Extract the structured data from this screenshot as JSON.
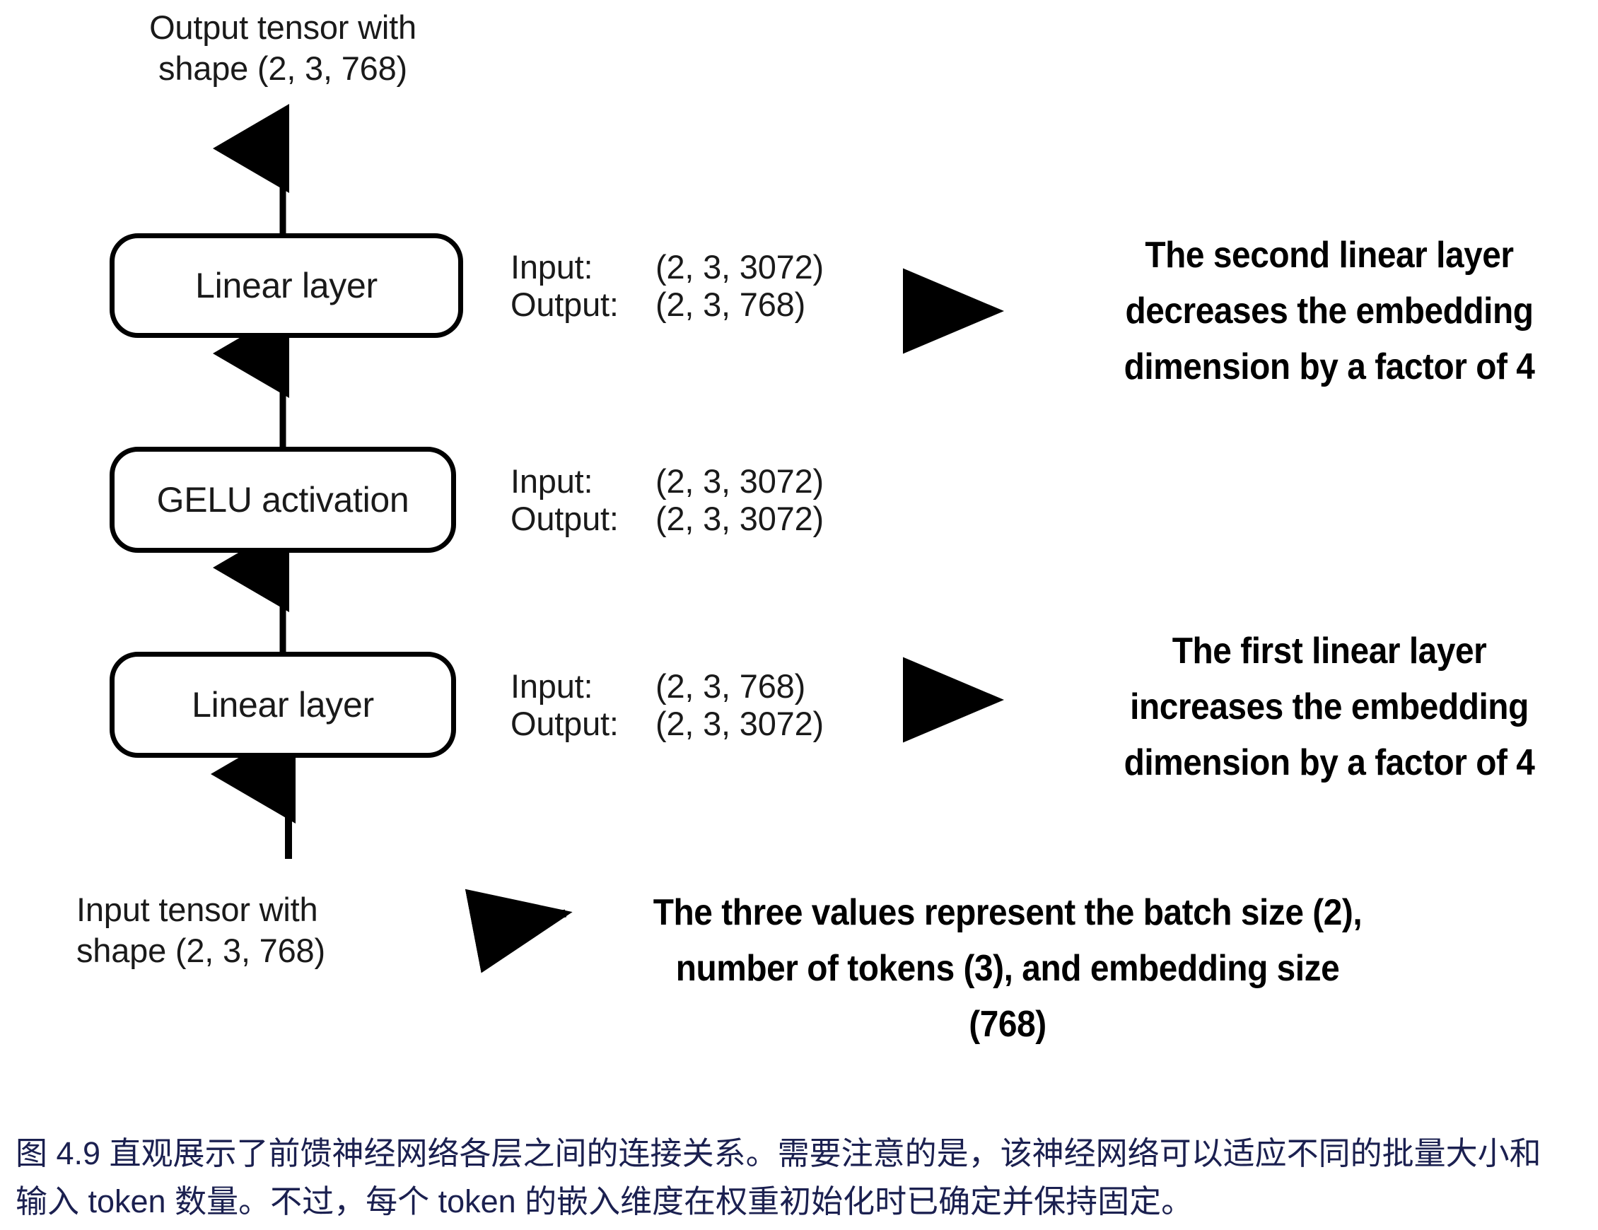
{
  "figure": {
    "top_label": "Output tensor with\nshape (2, 3, 768)",
    "bottom_label": "Input tensor with\nshape (2, 3, 768)",
    "blocks": [
      {
        "name": "linear-layer-2",
        "label": "Linear layer",
        "input_key": "Input:",
        "input_value": "(2, 3, 3072)",
        "output_key": "Output:",
        "output_value": "(2, 3, 768)"
      },
      {
        "name": "gelu-activation",
        "label": "GELU activation",
        "input_key": "Input:",
        "input_value": "(2, 3, 3072)",
        "output_key": "Output:",
        "output_value": "(2, 3, 3072)"
      },
      {
        "name": "linear-layer-1",
        "label": "Linear layer",
        "input_key": "Input:",
        "input_value": "(2, 3, 768)",
        "output_key": "Output:",
        "output_value": "(2, 3, 3072)"
      }
    ],
    "annotations": [
      {
        "name": "second-linear-layer-note",
        "text": "The second linear layer\ndecreases the embedding\ndimension by a factor of 4"
      },
      {
        "name": "first-linear-layer-note",
        "text": "The first linear layer\nincreases the embedding\ndimension by a factor of 4"
      },
      {
        "name": "three-values-note",
        "text": "The three values represent the batch size (2),\nnumber of tokens (3), and embedding size\n(768)"
      }
    ],
    "caption": "图 4.9 直观展示了前馈神经网络各层之间的连接关系。需要注意的是，该神经网络可以适应不同的批量大小和\n输入 token 数量。不过，每个 token 的嵌入维度在权重初始化时已确定并保持固定。",
    "colors": {
      "stroke": "#000000",
      "text": "#1a1a1a",
      "caption": "#1b2050",
      "background": "#ffffff"
    }
  },
  "chart_data": {
    "type": "diagram",
    "title": "Feed forward neural network layer connections",
    "nodes": [
      {
        "id": "linear-layer-2",
        "label": "Linear layer",
        "input_shape": [
          2,
          3,
          3072
        ],
        "output_shape": [
          2,
          3,
          768
        ]
      },
      {
        "id": "gelu-activation",
        "label": "GELU activation",
        "input_shape": [
          2,
          3,
          3072
        ],
        "output_shape": [
          2,
          3,
          3072
        ]
      },
      {
        "id": "linear-layer-1",
        "label": "Linear layer",
        "input_shape": [
          2,
          3,
          768
        ],
        "output_shape": [
          2,
          3,
          3072
        ]
      }
    ],
    "flow": [
      "Input tensor (2, 3, 768)",
      "Linear layer",
      "GELU activation",
      "Linear layer",
      "Output tensor (2, 3, 768)"
    ],
    "batch_size": 2,
    "num_tokens": 3,
    "embedding_size": 768,
    "hidden_size": 3072,
    "expansion_factor": 4
  }
}
